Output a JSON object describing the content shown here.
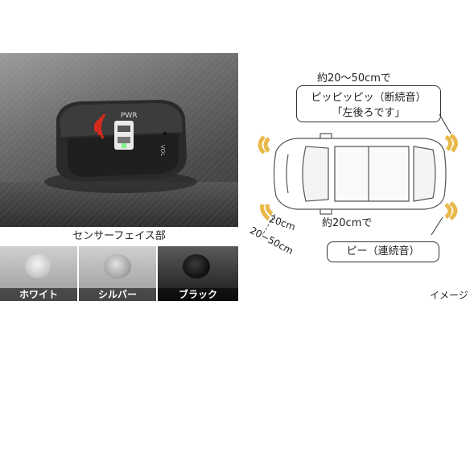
{
  "sensor_unit": {
    "pwr_label": "PWR",
    "vol_label": "VOL"
  },
  "sensor_face": {
    "caption": "センサーフェイス部",
    "colors": [
      {
        "label": "ホワイト",
        "color": "#c9c9c9"
      },
      {
        "label": "シルバー",
        "color": "#a9a9a9"
      },
      {
        "label": "ブラック",
        "color": "#1b1b1b"
      }
    ]
  },
  "diagram": {
    "far_distance": "約20〜50cmで",
    "far_sound_line1": "ピッピッピッ（断続音）",
    "far_sound_line2": "「左後ろです」",
    "near_distance": "約20cmで",
    "near_sound": "ピー（連続音）",
    "range_near": "20cm",
    "range_far": "20−50cm",
    "image_note": "イメージ"
  },
  "colors": {
    "sensor_zone": "#e8b84a",
    "warning_red": "#d62b1e"
  }
}
